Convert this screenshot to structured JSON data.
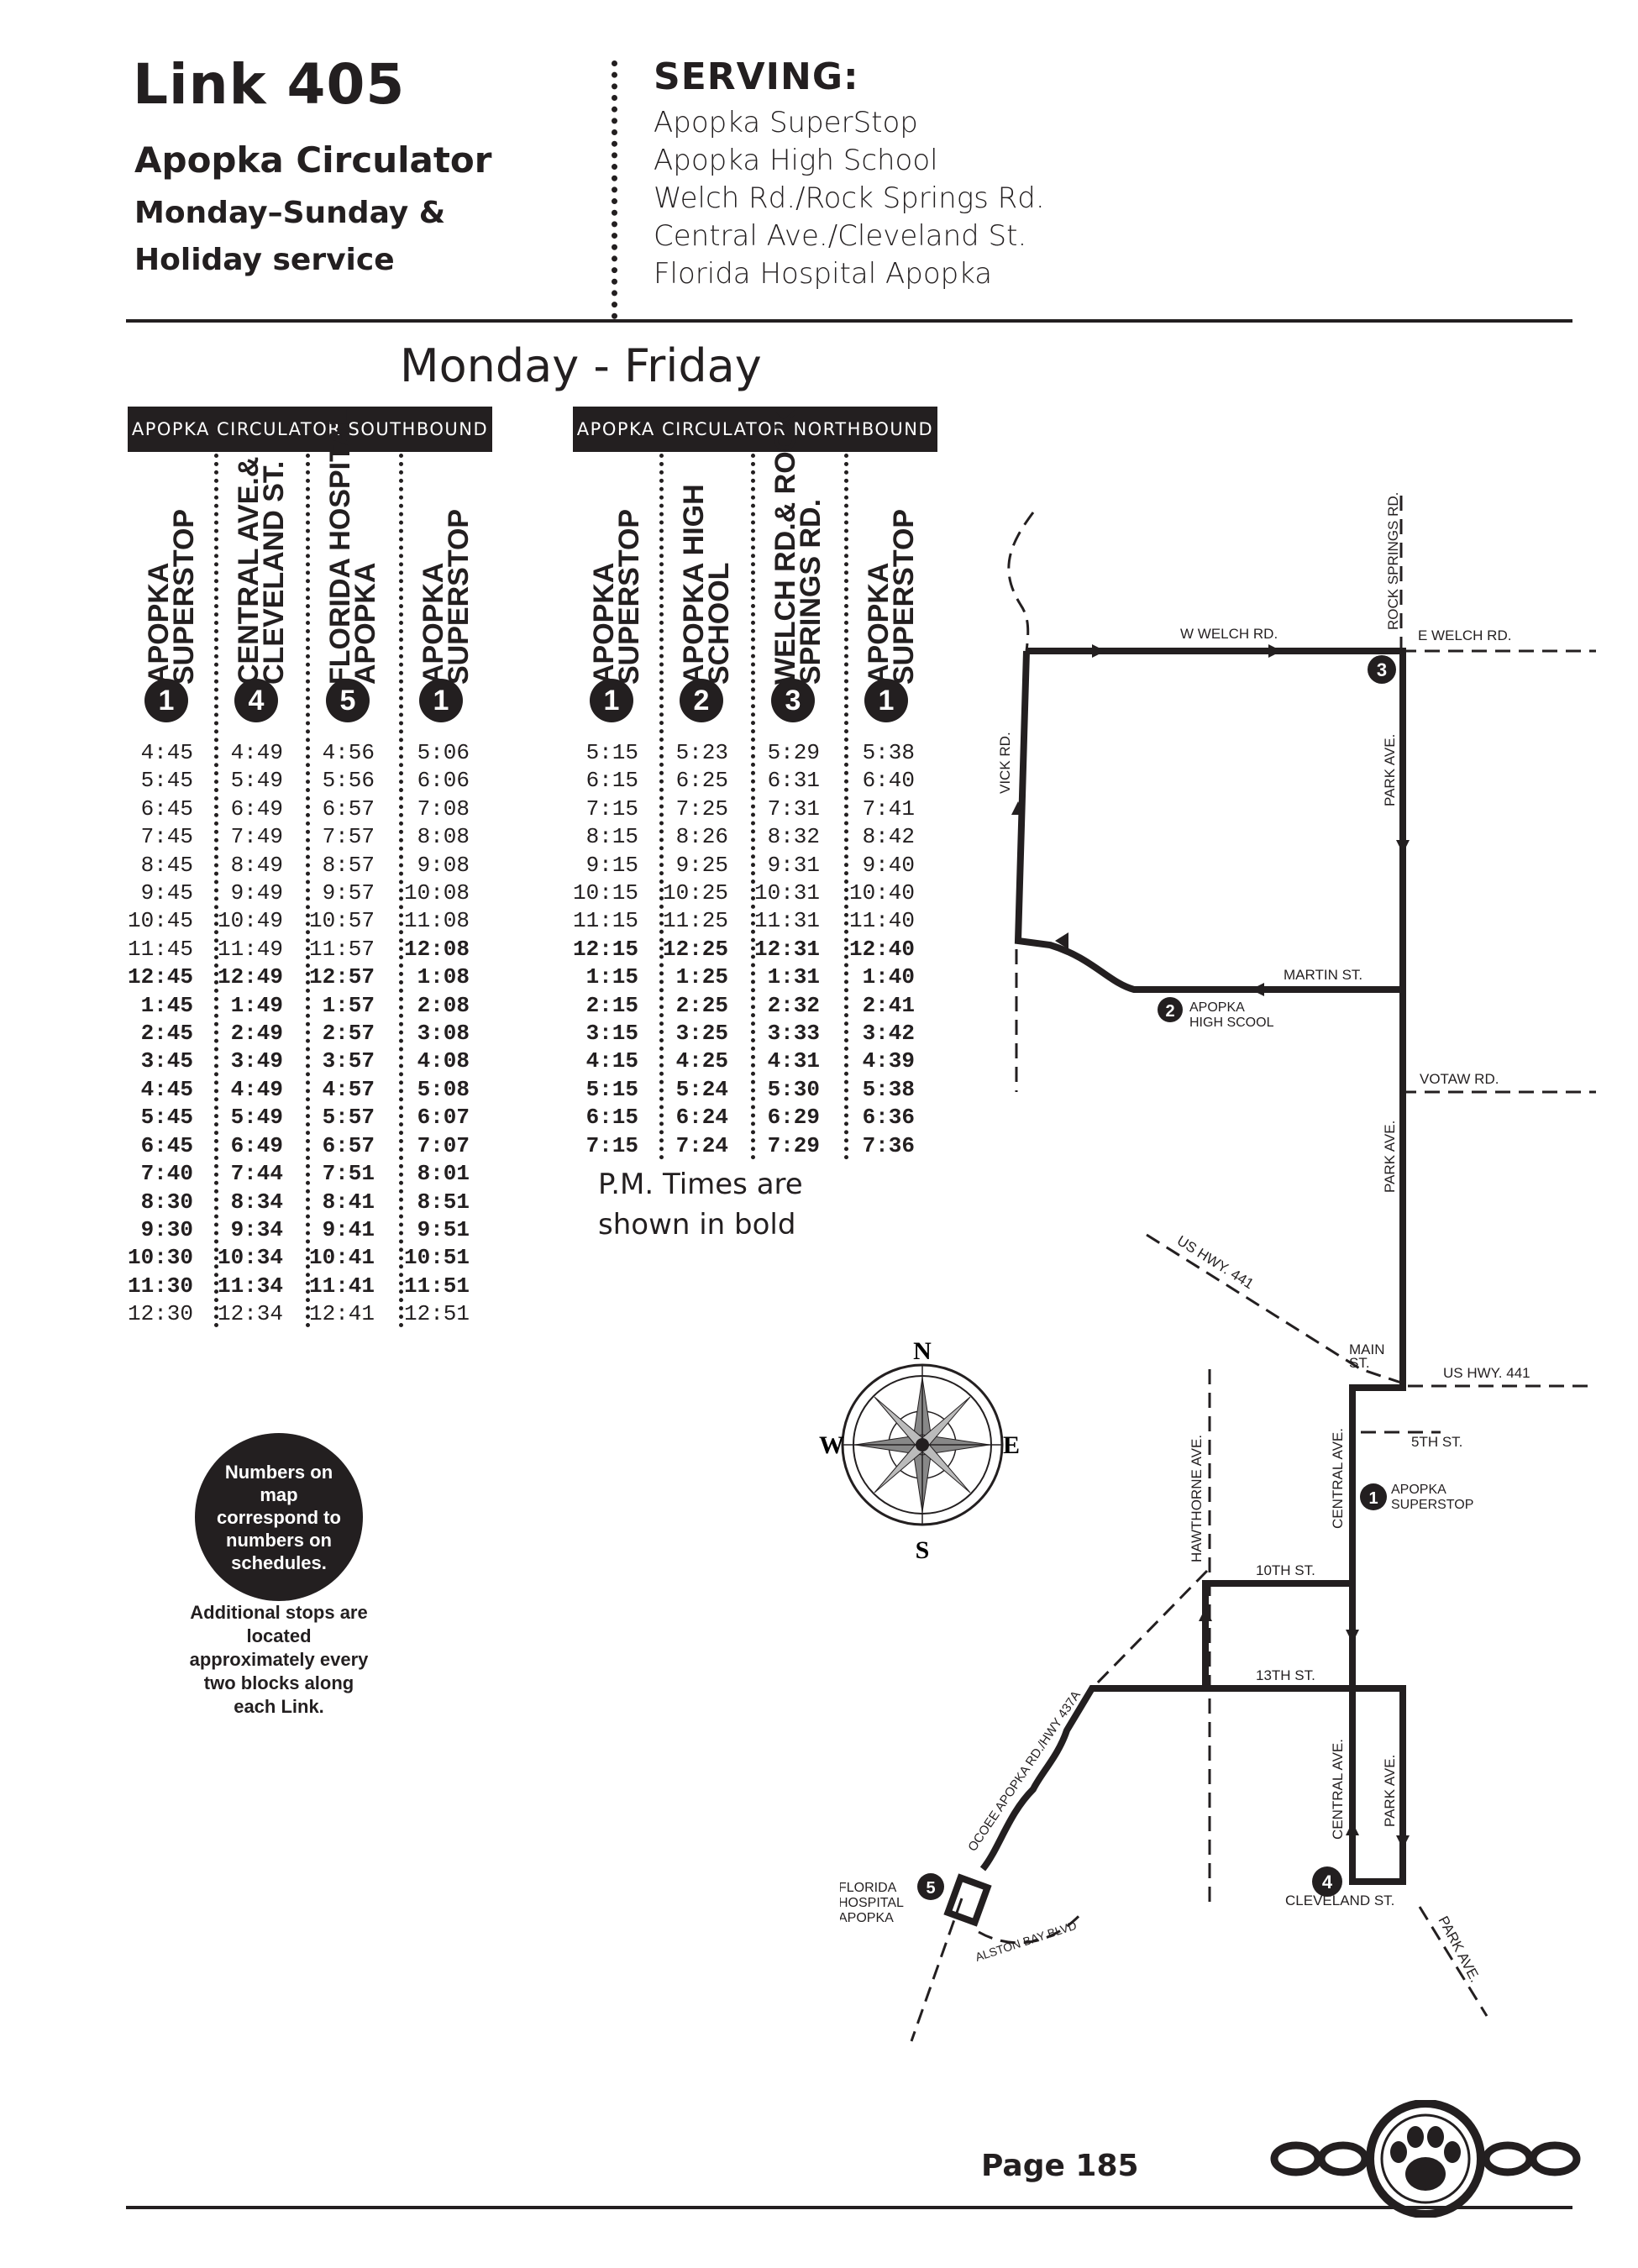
{
  "header": {
    "route_title": "Link 405",
    "route_name": "Apopka Circulator",
    "service_days": "Monday–Sunday & Holiday service",
    "serving_title": "SERVING:",
    "serving": [
      "Apopka SuperStop",
      "Apopka High School",
      "Welch Rd./Rock Springs Rd.",
      "Central Ave./Cleveland St.",
      "Florida Hospital Apopka"
    ]
  },
  "service_day_title": "Monday - Friday",
  "southbound": {
    "title": "APOPKA CIRCULATOR SOUTHBOUND",
    "stops": [
      {
        "num": "1",
        "name": "APOPKA SUPERSTOP"
      },
      {
        "num": "4",
        "name": "CENTRAL AVE.& CLEVELAND ST."
      },
      {
        "num": "5",
        "name": "FLORIDA HOSPITAL APOPKA"
      },
      {
        "num": "1",
        "name": "APOPKA SUPERSTOP"
      }
    ],
    "rows": [
      {
        "pm": false,
        "t": [
          "4:45",
          "4:49",
          "4:56",
          "5:06"
        ]
      },
      {
        "pm": false,
        "t": [
          "5:45",
          "5:49",
          "5:56",
          "6:06"
        ]
      },
      {
        "pm": false,
        "t": [
          "6:45",
          "6:49",
          "6:57",
          "7:08"
        ]
      },
      {
        "pm": false,
        "t": [
          "7:45",
          "7:49",
          "7:57",
          "8:08"
        ]
      },
      {
        "pm": false,
        "t": [
          "8:45",
          "8:49",
          "8:57",
          "9:08"
        ]
      },
      {
        "pm": false,
        "t": [
          "9:45",
          "9:49",
          "9:57",
          "10:08"
        ]
      },
      {
        "pm": false,
        "t": [
          "10:45",
          "10:49",
          "10:57",
          "11:08"
        ]
      },
      {
        "pm": false,
        "t": [
          "11:45",
          "11:49",
          "11:57",
          "12:08"
        ],
        "pm_from": 3
      },
      {
        "pm": true,
        "t": [
          "12:45",
          "12:49",
          "12:57",
          "1:08"
        ]
      },
      {
        "pm": true,
        "t": [
          "1:45",
          "1:49",
          "1:57",
          "2:08"
        ]
      },
      {
        "pm": true,
        "t": [
          "2:45",
          "2:49",
          "2:57",
          "3:08"
        ]
      },
      {
        "pm": true,
        "t": [
          "3:45",
          "3:49",
          "3:57",
          "4:08"
        ]
      },
      {
        "pm": true,
        "t": [
          "4:45",
          "4:49",
          "4:57",
          "5:08"
        ]
      },
      {
        "pm": true,
        "t": [
          "5:45",
          "5:49",
          "5:57",
          "6:07"
        ]
      },
      {
        "pm": true,
        "t": [
          "6:45",
          "6:49",
          "6:57",
          "7:07"
        ]
      },
      {
        "pm": true,
        "t": [
          "7:40",
          "7:44",
          "7:51",
          "8:01"
        ]
      },
      {
        "pm": true,
        "t": [
          "8:30",
          "8:34",
          "8:41",
          "8:51"
        ]
      },
      {
        "pm": true,
        "t": [
          "9:30",
          "9:34",
          "9:41",
          "9:51"
        ]
      },
      {
        "pm": true,
        "t": [
          "10:30",
          "10:34",
          "10:41",
          "10:51"
        ]
      },
      {
        "pm": true,
        "t": [
          "11:30",
          "11:34",
          "11:41",
          "11:51"
        ]
      },
      {
        "pm": false,
        "t": [
          "12:30",
          "12:34",
          "12:41",
          "12:51"
        ]
      }
    ]
  },
  "northbound": {
    "title": "APOPKA CIRCULATOR NORTHBOUND",
    "stops": [
      {
        "num": "1",
        "name": "APOPKA SUPERSTOP"
      },
      {
        "num": "2",
        "name": "APOPKA HIGH SCHOOL"
      },
      {
        "num": "3",
        "name": "WELCH RD.& ROCK SPRINGS RD."
      },
      {
        "num": "1",
        "name": "APOPKA SUPERSTOP"
      }
    ],
    "rows": [
      {
        "pm": false,
        "t": [
          "5:15",
          "5:23",
          "5:29",
          "5:38"
        ]
      },
      {
        "pm": false,
        "t": [
          "6:15",
          "6:25",
          "6:31",
          "6:40"
        ]
      },
      {
        "pm": false,
        "t": [
          "7:15",
          "7:25",
          "7:31",
          "7:41"
        ]
      },
      {
        "pm": false,
        "t": [
          "8:15",
          "8:26",
          "8:32",
          "8:42"
        ]
      },
      {
        "pm": false,
        "t": [
          "9:15",
          "9:25",
          "9:31",
          "9:40"
        ]
      },
      {
        "pm": false,
        "t": [
          "10:15",
          "10:25",
          "10:31",
          "10:40"
        ]
      },
      {
        "pm": false,
        "t": [
          "11:15",
          "11:25",
          "11:31",
          "11:40"
        ]
      },
      {
        "pm": true,
        "t": [
          "12:15",
          "12:25",
          "12:31",
          "12:40"
        ]
      },
      {
        "pm": true,
        "t": [
          "1:15",
          "1:25",
          "1:31",
          "1:40"
        ]
      },
      {
        "pm": true,
        "t": [
          "2:15",
          "2:25",
          "2:32",
          "2:41"
        ]
      },
      {
        "pm": true,
        "t": [
          "3:15",
          "3:25",
          "3:33",
          "3:42"
        ]
      },
      {
        "pm": true,
        "t": [
          "4:15",
          "4:25",
          "4:31",
          "4:39"
        ]
      },
      {
        "pm": true,
        "t": [
          "5:15",
          "5:24",
          "5:30",
          "5:38"
        ]
      },
      {
        "pm": true,
        "t": [
          "6:15",
          "6:24",
          "6:29",
          "6:36"
        ]
      },
      {
        "pm": true,
        "t": [
          "7:15",
          "7:24",
          "7:29",
          "7:36"
        ]
      }
    ]
  },
  "pm_note": "P.M. Times are shown in bold",
  "legend": {
    "circle_text": "Numbers on map correspond to numbers on schedules.",
    "note": "Additional stops are located approximately every two blocks along each Link."
  },
  "map": {
    "streets": {
      "w_welch": "W WELCH RD.",
      "e_welch": "E WELCH RD.",
      "rock_springs": "ROCK SPRINGS RD.",
      "vick": "VICK RD.",
      "park1": "PARK AVE.",
      "park2": "PARK AVE.",
      "park3": "PARK AVE.",
      "park4": "PARK AVE.",
      "martin": "MARTIN ST.",
      "votaw": "VOTAW RD.",
      "us441_diag": "US HWY. 441",
      "us441": "US HWY. 441",
      "main": "MAIN ST.",
      "fifth": "5TH ST.",
      "hawthorne": "HAWTHORNE AVE.",
      "central1": "CENTRAL AVE.",
      "central2": "CENTRAL AVE.",
      "tenth": "10TH ST.",
      "thirteenth": "13TH ST.",
      "ocoee": "OCOEE APOPKA RD./HWY 437A",
      "alston": "ALSTON BAY BLVD",
      "cleveland": "CLEVELAND ST."
    },
    "stops": {
      "s1": {
        "num": "1",
        "label": "APOPKA SUPERSTOP"
      },
      "s2": {
        "num": "2",
        "label": "APOPKA HIGH SCOOL"
      },
      "s3": {
        "num": "3"
      },
      "s4": {
        "num": "4"
      },
      "s5": {
        "num": "5",
        "label": "FLORIDA HOSPITAL APOPKA"
      }
    },
    "compass": {
      "n": "N",
      "s": "S",
      "e": "E",
      "w": "W"
    }
  },
  "footer": {
    "page": "Page 185"
  }
}
